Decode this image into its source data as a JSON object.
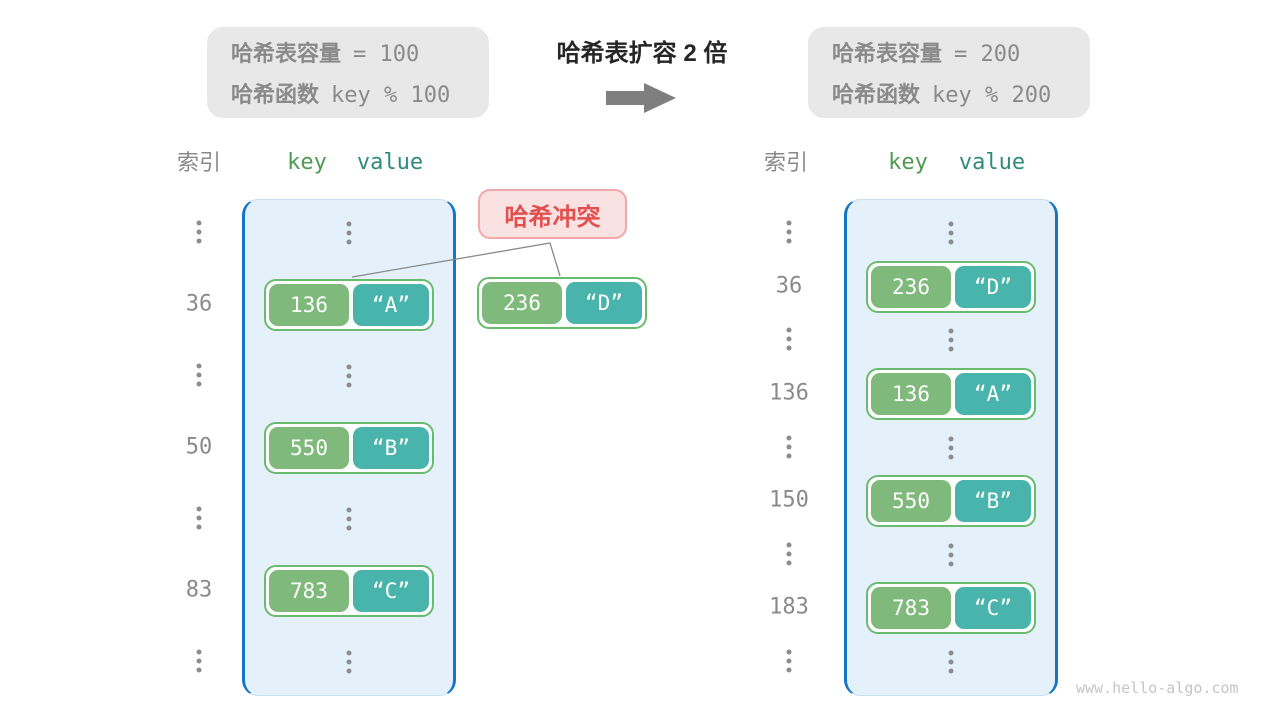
{
  "header": {
    "left_box": {
      "line1_label": "哈希表容量",
      "line1_value": "= 100",
      "line2_label": "哈希函数",
      "line2_value": "key % 100"
    },
    "title": "哈希表扩容 2 倍",
    "arrow_icon": "right-arrow",
    "right_box": {
      "line1_label": "哈希表容量",
      "line1_value": "= 200",
      "line2_label": "哈希函数",
      "line2_value": "key % 200"
    }
  },
  "collision": {
    "label": "哈希冲突",
    "pair": {
      "key": "236",
      "value": "“D”"
    }
  },
  "left_table": {
    "index_header": "索引",
    "key_header": "key",
    "value_header": "value",
    "rows": [
      {
        "type": "dots"
      },
      {
        "type": "entry",
        "index": "36",
        "key": "136",
        "value": "“A”"
      },
      {
        "type": "dots"
      },
      {
        "type": "entry",
        "index": "50",
        "key": "550",
        "value": "“B”"
      },
      {
        "type": "dots"
      },
      {
        "type": "entry",
        "index": "83",
        "key": "783",
        "value": "“C”"
      },
      {
        "type": "dots"
      }
    ]
  },
  "right_table": {
    "index_header": "索引",
    "key_header": "key",
    "value_header": "value",
    "rows": [
      {
        "type": "dots"
      },
      {
        "type": "entry",
        "index": "36",
        "key": "236",
        "value": "“D”"
      },
      {
        "type": "dots"
      },
      {
        "type": "entry",
        "index": "136",
        "key": "136",
        "value": "“A”"
      },
      {
        "type": "dots"
      },
      {
        "type": "entry",
        "index": "150",
        "key": "550",
        "value": "“B”"
      },
      {
        "type": "dots"
      },
      {
        "type": "entry",
        "index": "183",
        "key": "783",
        "value": "“C”"
      },
      {
        "type": "dots"
      }
    ]
  },
  "colors": {
    "key_cell_green": "#7FB97B",
    "value_cell_teal": "#49B4AB",
    "pair_border_green": "#69BB6D",
    "bucket_fill_blue": "#E4F1FB",
    "bucket_border_blue": "#1476C8",
    "collision_red": "#E1504F",
    "capacity_box_gray": "#E8E8E8"
  },
  "watermark": "www.hello-algo.com"
}
